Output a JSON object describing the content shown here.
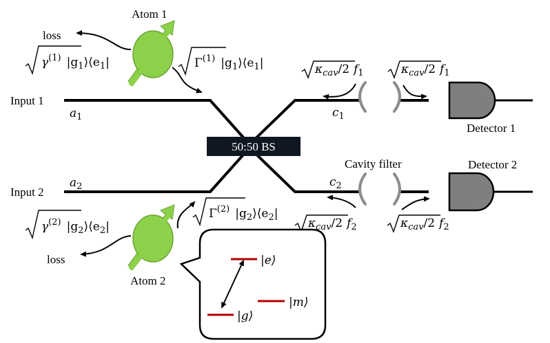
{
  "labels": {
    "input1": "Input 1",
    "input2": "Input 2",
    "a1": "a",
    "a1_sub": "1",
    "a2": "a",
    "a2_sub": "2",
    "c1": "c",
    "c1_sub": "1",
    "c2": "c",
    "c2_sub": "2",
    "beam_splitter": "50:50 BS",
    "cavity_filter": "Cavity filter",
    "detector1": "Detector 1",
    "detector2": "Detector 2",
    "atom1": "Atom 1",
    "atom2": "Atom 2",
    "loss_top": "loss",
    "loss_bottom": "loss"
  },
  "formulas": {
    "loss1": {
      "sym": "γ",
      "sup": "(1)",
      "rest": "|g",
      "sub1": "1",
      "mid": "⟩⟨e",
      "sub2": "1",
      "end": "|"
    },
    "gamma1": {
      "sym": "Γ",
      "sup": "(1)",
      "rest": "|g",
      "sub1": "1",
      "mid": "⟩⟨e",
      "sub2": "1",
      "end": "|"
    },
    "loss2": {
      "sym": "γ",
      "sup": "(2)",
      "rest": "|g",
      "sub1": "2",
      "mid": "⟩⟨e",
      "sub2": "2",
      "end": "|"
    },
    "gamma2": {
      "sym": "Γ",
      "sup": "(2)",
      "rest": "|g",
      "sub1": "2",
      "mid": "⟩⟨e",
      "sub2": "2",
      "end": "|"
    },
    "kappa": {
      "sym": "κ",
      "sub": "cav",
      "div": "/2",
      "f": "f"
    },
    "f_subs": [
      "1",
      "1",
      "2",
      "2"
    ]
  },
  "levels": {
    "e": "|e⟩",
    "g": "|g⟩",
    "m": "|m⟩"
  },
  "colors": {
    "atom_fill": "#8dd04a",
    "atom_stroke": "#6aa434",
    "arrow_fill": "#8dd04a",
    "level_line": "#b30000",
    "detector_fill": "#7f7f7f",
    "mirror": "#8c8c8c",
    "bs_fill": "#0f1722"
  }
}
